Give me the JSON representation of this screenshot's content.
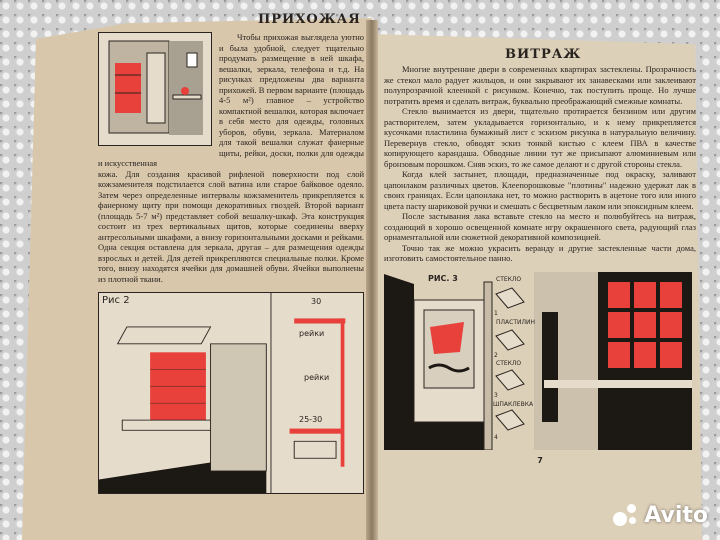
{
  "left_page": {
    "title": "ПРИХОЖАЯ",
    "column_text": "Чтобы прихожая выглядела уютно и была удобной, следует тщательно продумать размещение в ней шкафа, вешалки, зеркала, телефона и т.д. На рисунках предложены два варианта прихожей. В первом варианте (площадь 4-5 м²) главное – устройство компактной вешалки, которая включает в себя место для одежды, головных уборов, обуви, зеркала. Материалом для такой вешалки служат фанерные щиты, рейки, доски, полки для одежды и искусственная",
    "full_text": "кожа. Для создания красивой рифленой поверхности под слой кожзаменителя подстилается слой ватина или старое байковое одеяло. Затем через определенные интервалы кожзаменитель прикрепляется к фанерному щиту при помощи декоративных гвоздей. Второй вариант (площадь 5-7 м²) представляет собой вешалку-шкаф. Эта конструкция состоит из трех вертикальных щитов, которые соединены вверху антресольными шкафами, а внизу горизонтальными досками и рейками. Одна секция оставлена для зеркала, другая – для размещения одежды взрослых и детей. Для детей прикрепляются специальные полки. Кроме того, внизу находятся ячейки для домашней обуви. Ячейки выполнены из плотной ткани.",
    "figure2": {
      "label": "Рис 2",
      "dim_top": "30",
      "rail_label_1": "рейки",
      "rail_label_2": "рейки",
      "dim_bottom": "25-30"
    }
  },
  "right_page": {
    "title": "ВИТРАЖ",
    "paragraphs": [
      "Многие внутренние двери в современных квартирах застеклены. Прозрачность же стекол мало радует жильцов, и они закрывают их занавесками или заклеивают полупрозрачной клеенкой с рисунком. Конечно, так поступить проще. Но лучше потратить время и сделать витраж, буквально преображающий смежные комнаты.",
      "Стекло вынимается из двери, тщательно протирается бензином или другим растворителем, затем укладывается горизонтально, и к нему прикрепляется кусочками пластилина бумажный лист с эскизом рисунка в натуральную величину. Перевернув стекло, обводят эскиз тонкой кистью с клеем ПВА в качестве копирующего карандаша. Обводные линии тут же присыпают алюминиевым или бронзовым порошком. Сняв эскиз, то же самое делают и с другой стороны стекла.",
      "Когда клей застынет, площади, предназначенные под окраску, заливают цапонлаком различных цветов. Клеепорошковые \"плотины\" надежно удержат лак в своих границах. Если цапонлака нет, то можно растворить в ацетоне того или иного цвета пасту шариковой ручки и смешать с бесцветным лаком или эпоксидным клеем.",
      "После застывания лака вставьте стекло на место и полюбуйтесь на витраж, создающий в хорошо освещенной комнате игру окрашенного света, радующий глаз орнаментальной или сюжетной декоративной композицией.",
      "Точно так же можно украсить веранду и другие застекленные части дома, изготовить самостоятельное панно."
    ],
    "figure3": {
      "label": "РИС. 3",
      "steps": [
        {
          "num": "1",
          "label": "СТЕКЛО"
        },
        {
          "num": "2",
          "label": "ПЛАСТИЛИН"
        },
        {
          "num": "3",
          "label": "СТЕКЛО"
        },
        {
          "num": "4",
          "label": "ШПАКЛЕВКА"
        }
      ]
    },
    "page_number": "7"
  },
  "watermark": "Avito",
  "colors": {
    "accent_red": "#e8403a",
    "paper": "#ddd0b9",
    "ink": "#2a2420"
  }
}
